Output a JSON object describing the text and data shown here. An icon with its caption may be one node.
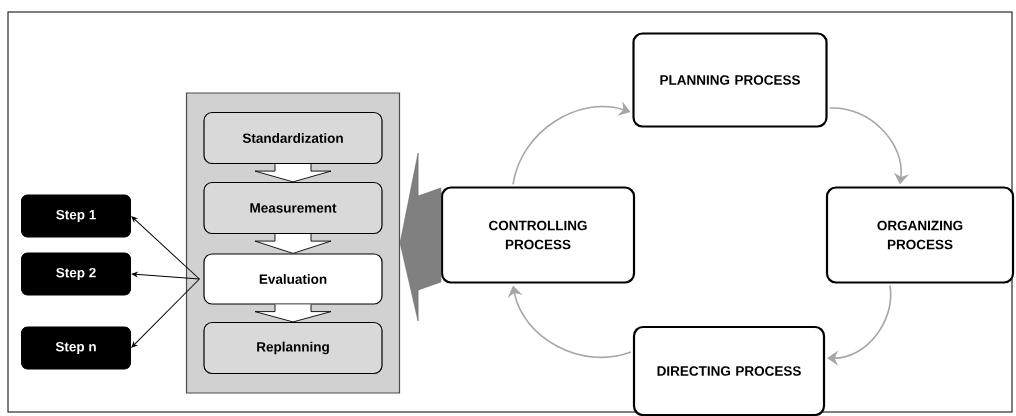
{
  "diagram": {
    "nodes": [
      {
        "text": [
          "PLANNING PROCESS"
        ]
      },
      {
        "text": [
          "ORGANIZING PROCESS"
        ]
      },
      {
        "text": [
          "DIRECTING PROCESS"
        ]
      },
      {
        "text": [
          "CONTROLLING PROCESS"
        ]
      },
      {
        "text": [],
        "shape": "box"
      },
      {
        "text": [
          "Standardization"
        ],
        "in": 4
      },
      {
        "text": [
          "Measurement"
        ],
        "in": 4
      },
      {
        "text": [
          "Evaluation"
        ],
        "in": 4
      },
      {
        "text": [
          "Replanning"
        ],
        "in": 4
      },
      {
        "text": [
          "Step 1"
        ]
      },
      {
        "text": [
          "Step 2"
        ]
      },
      {
        "text": [
          "Step n"
        ]
      }
    ],
    "edges": [
      {
        "from": 0,
        "to": 1,
        "arrow": "to",
        "color": "#a6a6a6"
      },
      {
        "from": 1,
        "to": 2,
        "arrow": "to",
        "color": "#a6a6a6"
      },
      {
        "from": 2,
        "to": 3,
        "arrow": "to",
        "color": "#a6a6a6"
      },
      {
        "from": 3,
        "to": 0,
        "arrow": "to",
        "color": "#a6a6a6"
      },
      {
        "from": 3,
        "to": 4,
        "arrow": "to",
        "style": "thick",
        "color": "#808080"
      },
      {
        "from": 5,
        "to": 6,
        "arrow": "to",
        "style": "thick"
      },
      {
        "from": 6,
        "to": 7,
        "arrow": "to",
        "style": "thick"
      },
      {
        "from": 7,
        "to": 8,
        "arrow": "to",
        "style": "thick"
      },
      {
        "from": 7,
        "to": 9,
        "arrow": "to",
        "color": "#000000"
      },
      {
        "from": 7,
        "to": 10,
        "arrow": "to",
        "color": "#000000"
      },
      {
        "from": 7,
        "to": 11,
        "arrow": "to",
        "color": "#000000"
      }
    ]
  }
}
